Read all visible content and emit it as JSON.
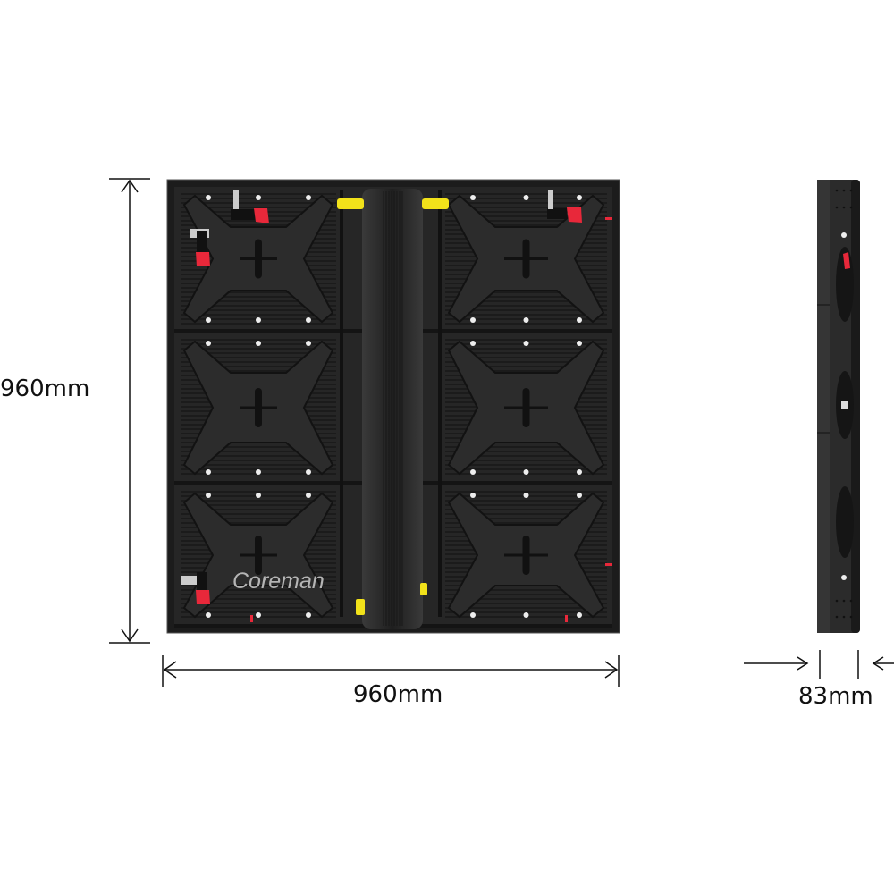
{
  "dimensions": {
    "height_label": "960mm",
    "width_label": "960mm",
    "depth_label": "83mm"
  },
  "product": {
    "logo_text": "Coreman",
    "views": [
      "rear-view",
      "side-view"
    ]
  },
  "colors": {
    "panel": "#2a2a2a",
    "frame": "#1c1c1c",
    "lock_handle": "#e8283a",
    "connector": "#f2e21a",
    "dimension_lines": "#111111",
    "logo": "#b5b5b5"
  }
}
